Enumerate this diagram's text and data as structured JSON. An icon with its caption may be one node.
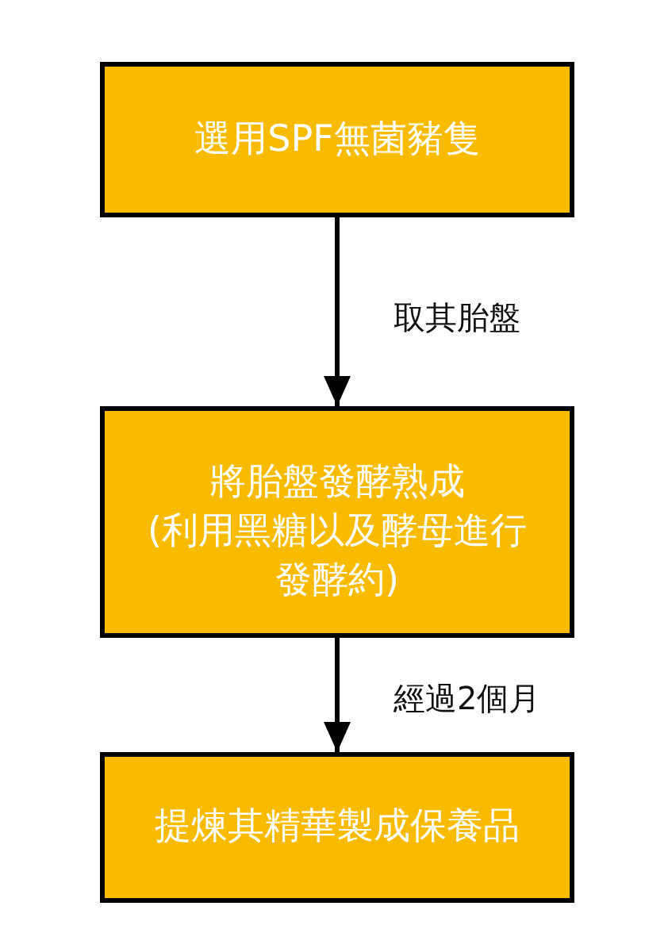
{
  "diagram": {
    "nodes": [
      {
        "text": [
          "選用SPF無菌豬隻"
        ]
      },
      {
        "text": [
          "將胎盤發酵熟成",
          "(利用黑糖以及酵母進行發酵約)"
        ]
      },
      {
        "text": [
          "提煉其精華製成保養品"
        ]
      }
    ],
    "edges": [
      {
        "from": 0,
        "to": 1,
        "arrow": "to",
        "label": "取其胎盤"
      },
      {
        "from": 1,
        "to": 2,
        "arrow": "to",
        "label": "經過2個月"
      }
    ]
  }
}
